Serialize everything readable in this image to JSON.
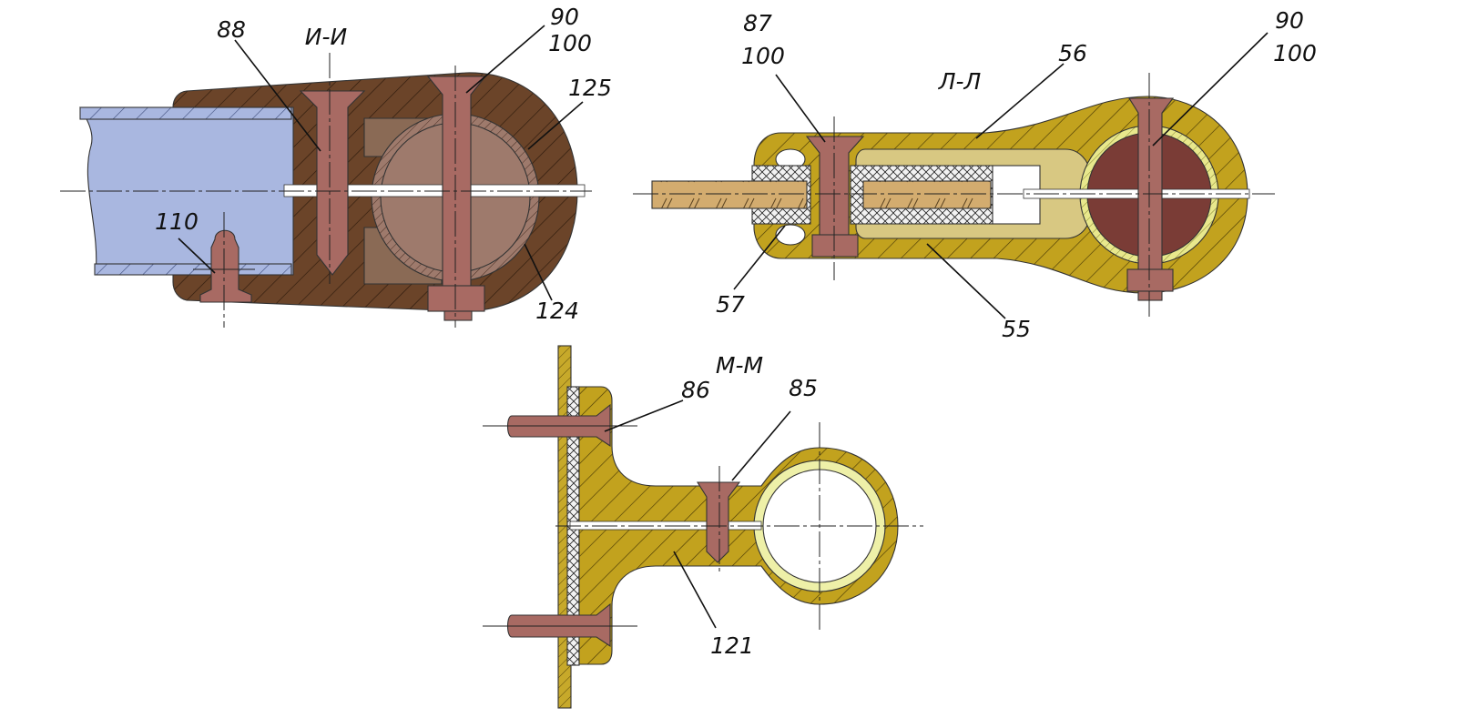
{
  "sections": {
    "ii": {
      "title": "И-И",
      "callouts": [
        "88",
        "90",
        "100",
        "125",
        "110",
        "124"
      ]
    },
    "ll": {
      "title": "Л-Л",
      "callouts": [
        "87",
        "100",
        "56",
        "90",
        "100",
        "57",
        "55"
      ]
    },
    "mm": {
      "title": "М-М",
      "callouts": [
        "86",
        "85",
        "121"
      ]
    }
  },
  "colors": {
    "dark_brown": "#6b4429",
    "tube_blue": "#a9b7e0",
    "fastener": "#a86a63",
    "ball": "#9e7a6c",
    "gold": "#c2a21e",
    "light_gold": "#d8c882",
    "inner_ball": "#7a3c36",
    "rod": "#d3ac6f",
    "pale_ring": "#ecec9a",
    "wall": "#eef0a8"
  }
}
